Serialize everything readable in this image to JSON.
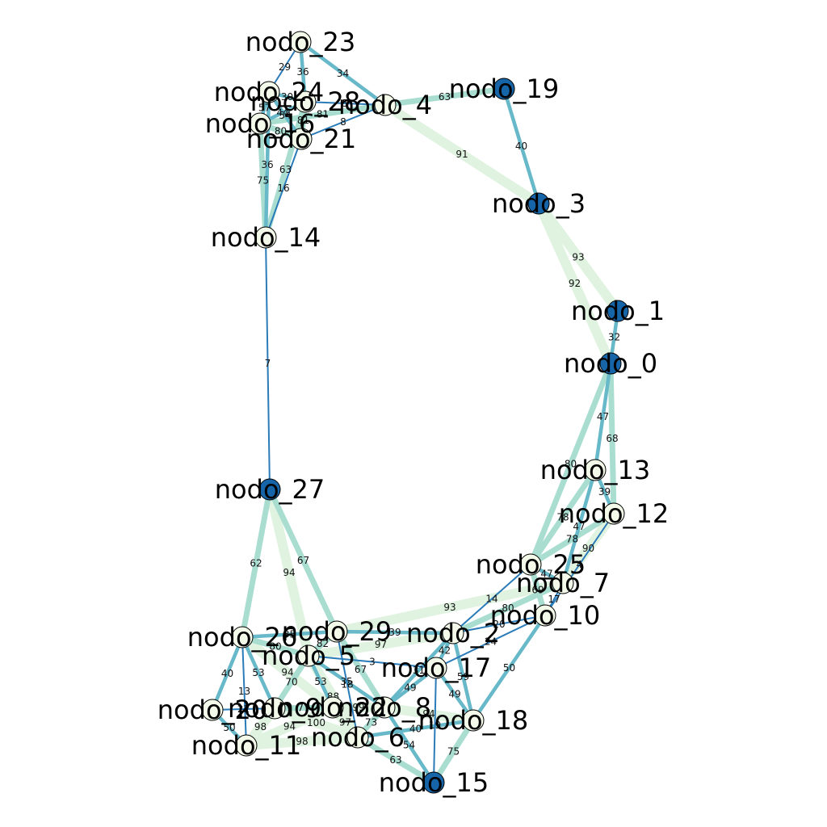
{
  "colors": {
    "hub": "#1565a8",
    "leaf": "#f4faea",
    "edge_light": "#dff3e0",
    "edge_mid": "#a8ddd0",
    "edge_teal": "#67b8c8",
    "edge_dark": "#2a7bb8"
  },
  "nodes": [
    {
      "id": "n23",
      "label": "nodo_23",
      "type": "leaf"
    },
    {
      "id": "n24",
      "label": "nodo_24",
      "type": "leaf"
    },
    {
      "id": "n28",
      "label": "nodo_28",
      "type": "leaf"
    },
    {
      "id": "n4",
      "label": "nodo_4",
      "type": "leaf"
    },
    {
      "id": "n16",
      "label": "nodo_16",
      "type": "leaf"
    },
    {
      "id": "n21",
      "label": "nodo_21",
      "type": "leaf"
    },
    {
      "id": "n19",
      "label": "nodo_19",
      "type": "hub"
    },
    {
      "id": "n3",
      "label": "nodo_3",
      "type": "hub"
    },
    {
      "id": "n14",
      "label": "nodo_14",
      "type": "leaf"
    },
    {
      "id": "n1",
      "label": "nodo_1",
      "type": "hub"
    },
    {
      "id": "n0",
      "label": "nodo_0",
      "type": "hub"
    },
    {
      "id": "n13",
      "label": "nodo_13",
      "type": "leaf"
    },
    {
      "id": "n12",
      "label": "nodo_12",
      "type": "leaf"
    },
    {
      "id": "n27",
      "label": "nodo_27",
      "type": "hub"
    },
    {
      "id": "n25",
      "label": "nodo_25",
      "type": "leaf"
    },
    {
      "id": "n7",
      "label": "nodo_7",
      "type": "leaf"
    },
    {
      "id": "n10",
      "label": "nodo_10",
      "type": "leaf"
    },
    {
      "id": "n2",
      "label": "nodo_2",
      "type": "leaf"
    },
    {
      "id": "n26",
      "label": "nodo_26",
      "type": "leaf"
    },
    {
      "id": "n29",
      "label": "nodo_29",
      "type": "leaf"
    },
    {
      "id": "n5",
      "label": "nodo_5",
      "type": "leaf"
    },
    {
      "id": "n17",
      "label": "nodo_17",
      "type": "leaf"
    },
    {
      "id": "n20",
      "label": "nodo_20",
      "type": "leaf"
    },
    {
      "id": "n9",
      "label": "nodo_9",
      "type": "leaf"
    },
    {
      "id": "n22",
      "label": "nodo_22",
      "type": "leaf"
    },
    {
      "id": "n8",
      "label": "nodo_8",
      "type": "leaf"
    },
    {
      "id": "n18",
      "label": "nodo_18",
      "type": "leaf"
    },
    {
      "id": "n11",
      "label": "nodo_11",
      "type": "leaf"
    },
    {
      "id": "n6",
      "label": "nodo_6",
      "type": "leaf"
    },
    {
      "id": "n15",
      "label": "nodo_15",
      "type": "hub"
    }
  ],
  "edges": [
    {
      "s": "n23",
      "t": "n24",
      "w": 29
    },
    {
      "s": "n23",
      "t": "n28",
      "w": 36
    },
    {
      "s": "n23",
      "t": "n4",
      "w": 34
    },
    {
      "s": "n24",
      "t": "n28",
      "w": 30
    },
    {
      "s": "n24",
      "t": "n16",
      "w": 57
    },
    {
      "s": "n24",
      "t": "n21",
      "w": 54
    },
    {
      "s": "n28",
      "t": "n4",
      "w": 5
    },
    {
      "s": "n28",
      "t": "n16",
      "w": 44
    },
    {
      "s": "n28",
      "t": "n21",
      "w": 81
    },
    {
      "s": "n16",
      "t": "n4",
      "w": 81
    },
    {
      "s": "n16",
      "t": "n21",
      "w": 80
    },
    {
      "s": "n21",
      "t": "n4",
      "w": 8
    },
    {
      "s": "n4",
      "t": "n19",
      "w": 63
    },
    {
      "s": "n4",
      "t": "n3",
      "w": 91
    },
    {
      "s": "n19",
      "t": "n3",
      "w": 40
    },
    {
      "s": "n3",
      "t": "n1",
      "w": 93
    },
    {
      "s": "n3",
      "t": "n0",
      "w": 92
    },
    {
      "s": "n1",
      "t": "n0",
      "w": 32
    },
    {
      "s": "n0",
      "t": "n13",
      "w": 47
    },
    {
      "s": "n0",
      "t": "n12",
      "w": 68
    },
    {
      "s": "n0",
      "t": "n25",
      "w": 80
    },
    {
      "s": "n16",
      "t": "n14",
      "w": 75
    },
    {
      "s": "n24",
      "t": "n14",
      "w": 36
    },
    {
      "s": "n28",
      "t": "n14",
      "w": 63
    },
    {
      "s": "n21",
      "t": "n14",
      "w": 16
    },
    {
      "s": "n14",
      "t": "n27",
      "w": 7
    },
    {
      "s": "n13",
      "t": "n12",
      "w": 39
    },
    {
      "s": "n13",
      "t": "n25",
      "w": 78
    },
    {
      "s": "n13",
      "t": "n7",
      "w": 47
    },
    {
      "s": "n12",
      "t": "n25",
      "w": 78
    },
    {
      "s": "n12",
      "t": "n7",
      "w": 90
    },
    {
      "s": "n12",
      "t": "n10",
      "w": 4
    },
    {
      "s": "n25",
      "t": "n7",
      "w": 47
    },
    {
      "s": "n25",
      "t": "n10",
      "w": 69
    },
    {
      "s": "n25",
      "t": "n2",
      "w": 14
    },
    {
      "s": "n7",
      "t": "n10",
      "w": 17
    },
    {
      "s": "n7",
      "t": "n2",
      "w": 80
    },
    {
      "s": "n10",
      "t": "n2",
      "w": 20
    },
    {
      "s": "n10",
      "t": "n17",
      "w": 24
    },
    {
      "s": "n10",
      "t": "n18",
      "w": 50
    },
    {
      "s": "n2",
      "t": "n17",
      "w": 42
    },
    {
      "s": "n2",
      "t": "n18",
      "w": 59
    },
    {
      "s": "n2",
      "t": "n29",
      "w": 39
    },
    {
      "s": "n2",
      "t": "n5",
      "w": 97
    },
    {
      "s": "n2",
      "t": "n8",
      "w": 31
    },
    {
      "s": "n7",
      "t": "n29",
      "w": 93
    },
    {
      "s": "n17",
      "t": "n18",
      "w": 49
    },
    {
      "s": "n17",
      "t": "n15",
      "w": 19
    },
    {
      "s": "n17",
      "t": "n8",
      "w": 49
    },
    {
      "s": "n17",
      "t": "n5",
      "w": 3
    },
    {
      "s": "n27",
      "t": "n26",
      "w": 62
    },
    {
      "s": "n27",
      "t": "n29",
      "w": 67
    },
    {
      "s": "n27",
      "t": "n5",
      "w": 94
    },
    {
      "s": "n26",
      "t": "n29",
      "w": 35
    },
    {
      "s": "n26",
      "t": "n5",
      "w": 80
    },
    {
      "s": "n26",
      "t": "n20",
      "w": 40
    },
    {
      "s": "n26",
      "t": "n11",
      "w": 13
    },
    {
      "s": "n26",
      "t": "n9",
      "w": 53
    },
    {
      "s": "n26",
      "t": "n22",
      "w": 94
    },
    {
      "s": "n29",
      "t": "n5",
      "w": 82
    },
    {
      "s": "n29",
      "t": "n6",
      "w": 18
    },
    {
      "s": "n29",
      "t": "n8",
      "w": 67
    },
    {
      "s": "n5",
      "t": "n9",
      "w": 70
    },
    {
      "s": "n5",
      "t": "n22",
      "w": 53
    },
    {
      "s": "n5",
      "t": "n6",
      "w": 88
    },
    {
      "s": "n5",
      "t": "n8",
      "w": 35
    },
    {
      "s": "n20",
      "t": "n9",
      "w": 22
    },
    {
      "s": "n20",
      "t": "n11",
      "w": 50
    },
    {
      "s": "n9",
      "t": "n22",
      "w": 77
    },
    {
      "s": "n9",
      "t": "n11",
      "w": 98
    },
    {
      "s": "n9",
      "t": "n6",
      "w": 100
    },
    {
      "s": "n22",
      "t": "n6",
      "w": 97
    },
    {
      "s": "n22",
      "t": "n8",
      "w": 99
    },
    {
      "s": "n11",
      "t": "n6",
      "w": 98
    },
    {
      "s": "n11",
      "t": "n22",
      "w": 94
    },
    {
      "s": "n8",
      "t": "n6",
      "w": 73
    },
    {
      "s": "n8",
      "t": "n18",
      "w": 94
    },
    {
      "s": "n8",
      "t": "n15",
      "w": 54
    },
    {
      "s": "n6",
      "t": "n15",
      "w": 63
    },
    {
      "s": "n18",
      "t": "n15",
      "w": 75
    },
    {
      "s": "n6",
      "t": "n18",
      "w": 40
    }
  ]
}
